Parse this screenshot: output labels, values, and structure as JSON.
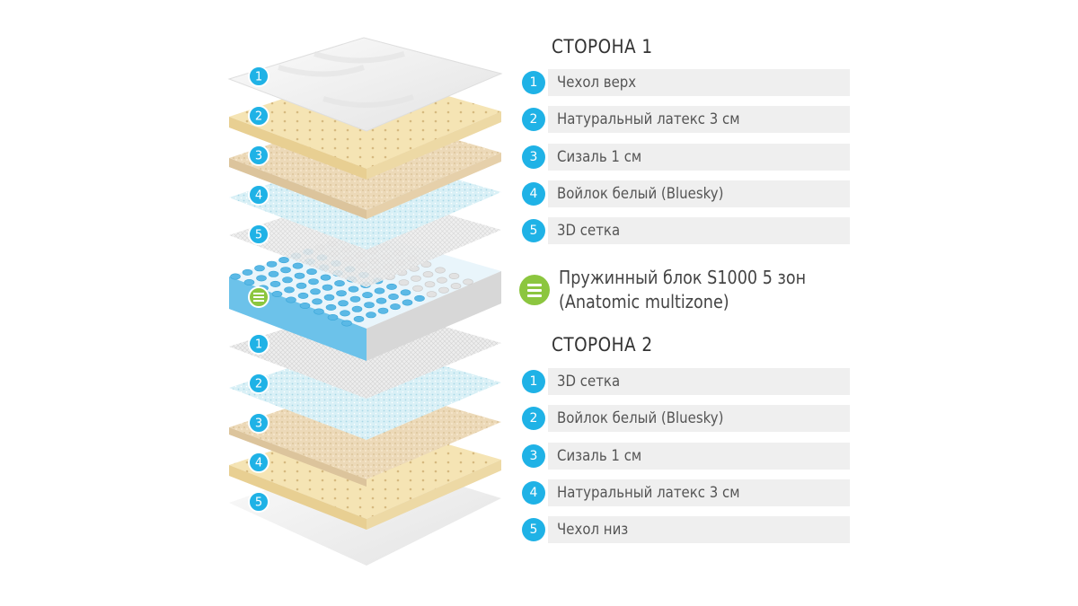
{
  "side1": {
    "title": "СТОРОНА 1",
    "items": [
      {
        "num": "1",
        "label": "Чехол верх"
      },
      {
        "num": "2",
        "label": "Натуральный латекс 3 см"
      },
      {
        "num": "3",
        "label": "Сизаль 1 см"
      },
      {
        "num": "4",
        "label": "Войлок белый (Bluesky)"
      },
      {
        "num": "5",
        "label": "3D сетка"
      }
    ]
  },
  "spring_block": {
    "line1": "Пружинный блок S1000 5 зон",
    "line2": "(Anatomic multizone)",
    "icon": "spring-block-icon"
  },
  "side2": {
    "title": "СТОРОНА 2",
    "items": [
      {
        "num": "1",
        "label": "3D сетка"
      },
      {
        "num": "2",
        "label": "Войлок белый (Bluesky)"
      },
      {
        "num": "3",
        "label": "Сизаль 1 см"
      },
      {
        "num": "4",
        "label": "Натуральный латекс 3 см"
      },
      {
        "num": "5",
        "label": "Чехол низ"
      }
    ]
  },
  "colors": {
    "badge_blue": "#1fb2e6",
    "badge_green": "#8cc63f",
    "row_bg": "#efefef",
    "latex": "#f5e4b4",
    "sisal": "#ecd9b8",
    "felt": "#d7eef5",
    "mesh": "#e6e6e6",
    "cover": "#f2f2f2",
    "spring_blue": "#5bb9e6"
  }
}
